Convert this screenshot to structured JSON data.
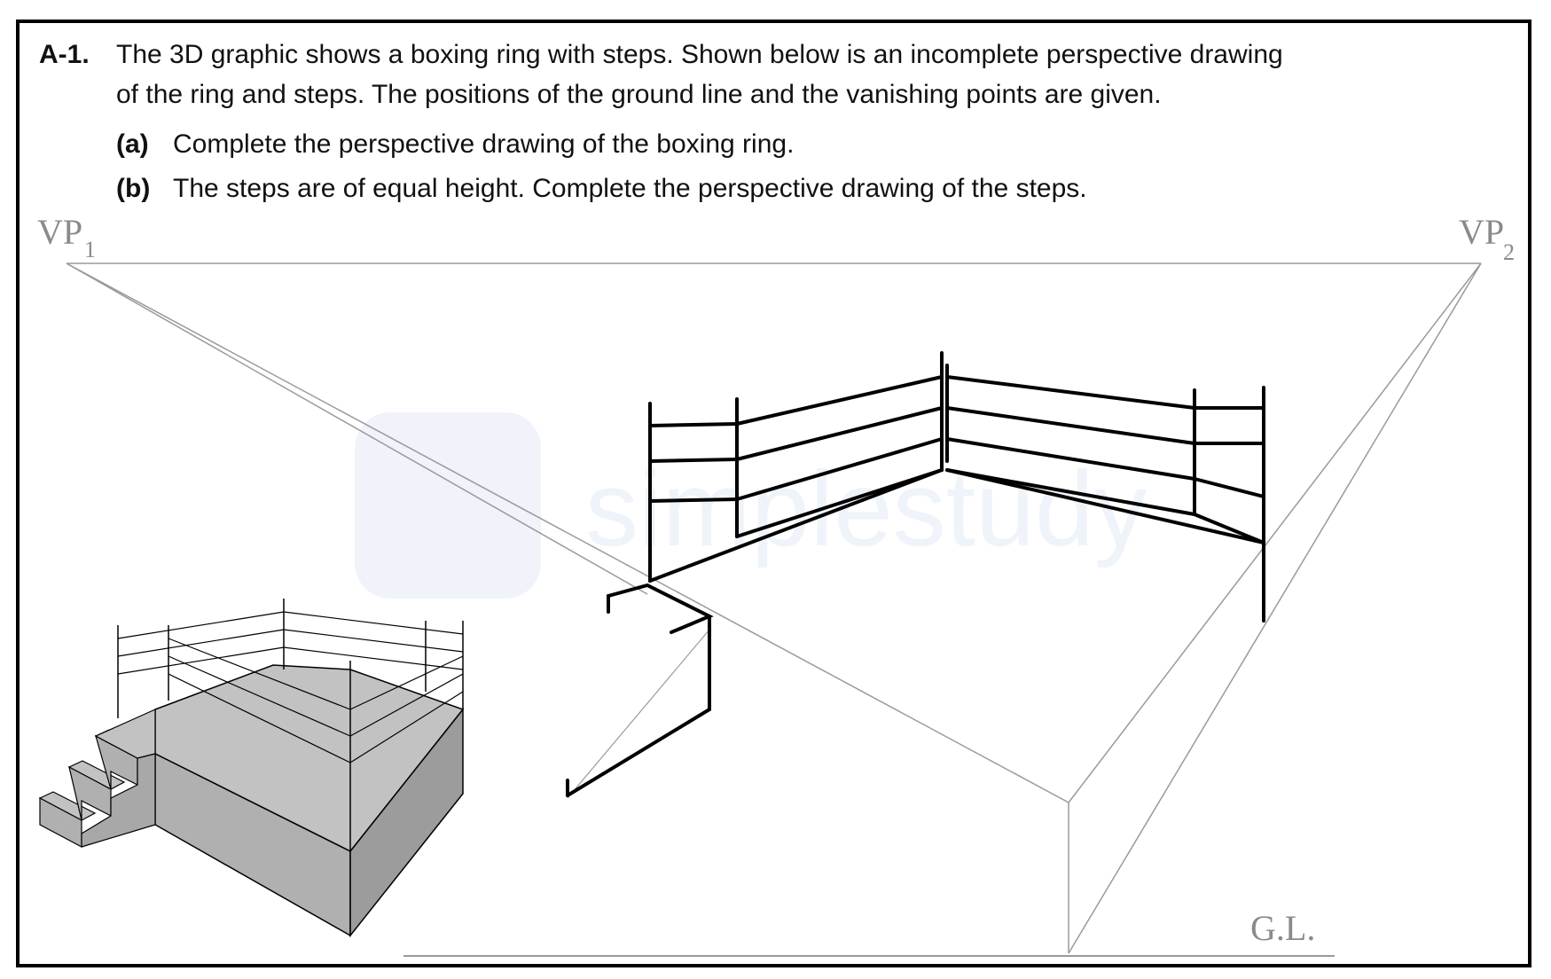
{
  "question": {
    "number": "A-1.",
    "line1": "The 3D graphic shows a boxing ring with steps.  Shown below is an incomplete perspective drawing",
    "line2": "of the ring and steps.  The positions of the ground line and the vanishing points are given.",
    "parts": [
      {
        "label": "(a)",
        "text": "Complete the perspective drawing of the boxing ring."
      },
      {
        "label": "(b)",
        "text": "The steps are of equal height.  Complete the perspective drawing of the steps."
      }
    ]
  },
  "labels": {
    "vp1_main": "VP",
    "vp1_sub": "1",
    "vp2_main": "VP",
    "vp2_sub": "2",
    "ground_line": "G.L."
  },
  "watermark": {
    "text": "simplestudy"
  },
  "colors": {
    "construction": "#9a9a9a",
    "ink": "#000000",
    "shade": "#bdbdbd",
    "watermark": "#eef2fa"
  }
}
